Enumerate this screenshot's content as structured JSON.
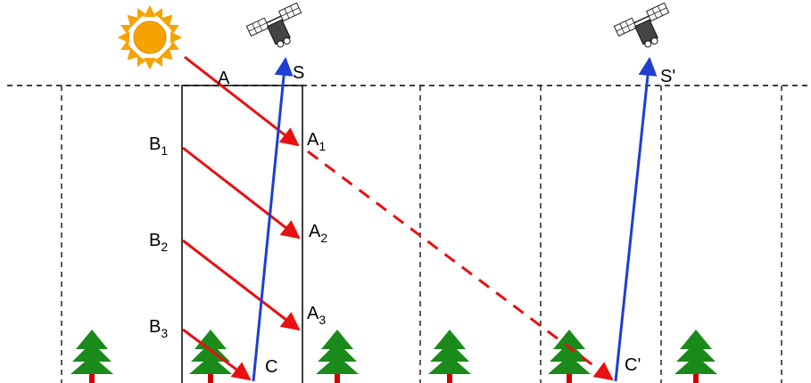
{
  "colors": {
    "ray": "#e81010",
    "view_line": "#1f3fd0",
    "sun_fill": "#f5a300",
    "sun_rays": "#f5a300",
    "tree": "#1a8a1a",
    "trunk": "#d00000",
    "outline": "#000000",
    "dashed": "#000000",
    "satellite": "#222222"
  },
  "icons": {
    "sun": "sun-icon",
    "satellite": "satellite-icon",
    "tree": "tree-icon"
  },
  "labels": {
    "A": "A",
    "A1": {
      "base": "A",
      "sub": "1"
    },
    "A2": {
      "base": "A",
      "sub": "2"
    },
    "A3": {
      "base": "A",
      "sub": "3"
    },
    "B1": {
      "base": "B",
      "sub": "1"
    },
    "B2": {
      "base": "B",
      "sub": "2"
    },
    "B3": {
      "base": "B",
      "sub": "3"
    },
    "S": "S",
    "S_prime": "S'",
    "C": "C",
    "C_prime": "C'"
  }
}
